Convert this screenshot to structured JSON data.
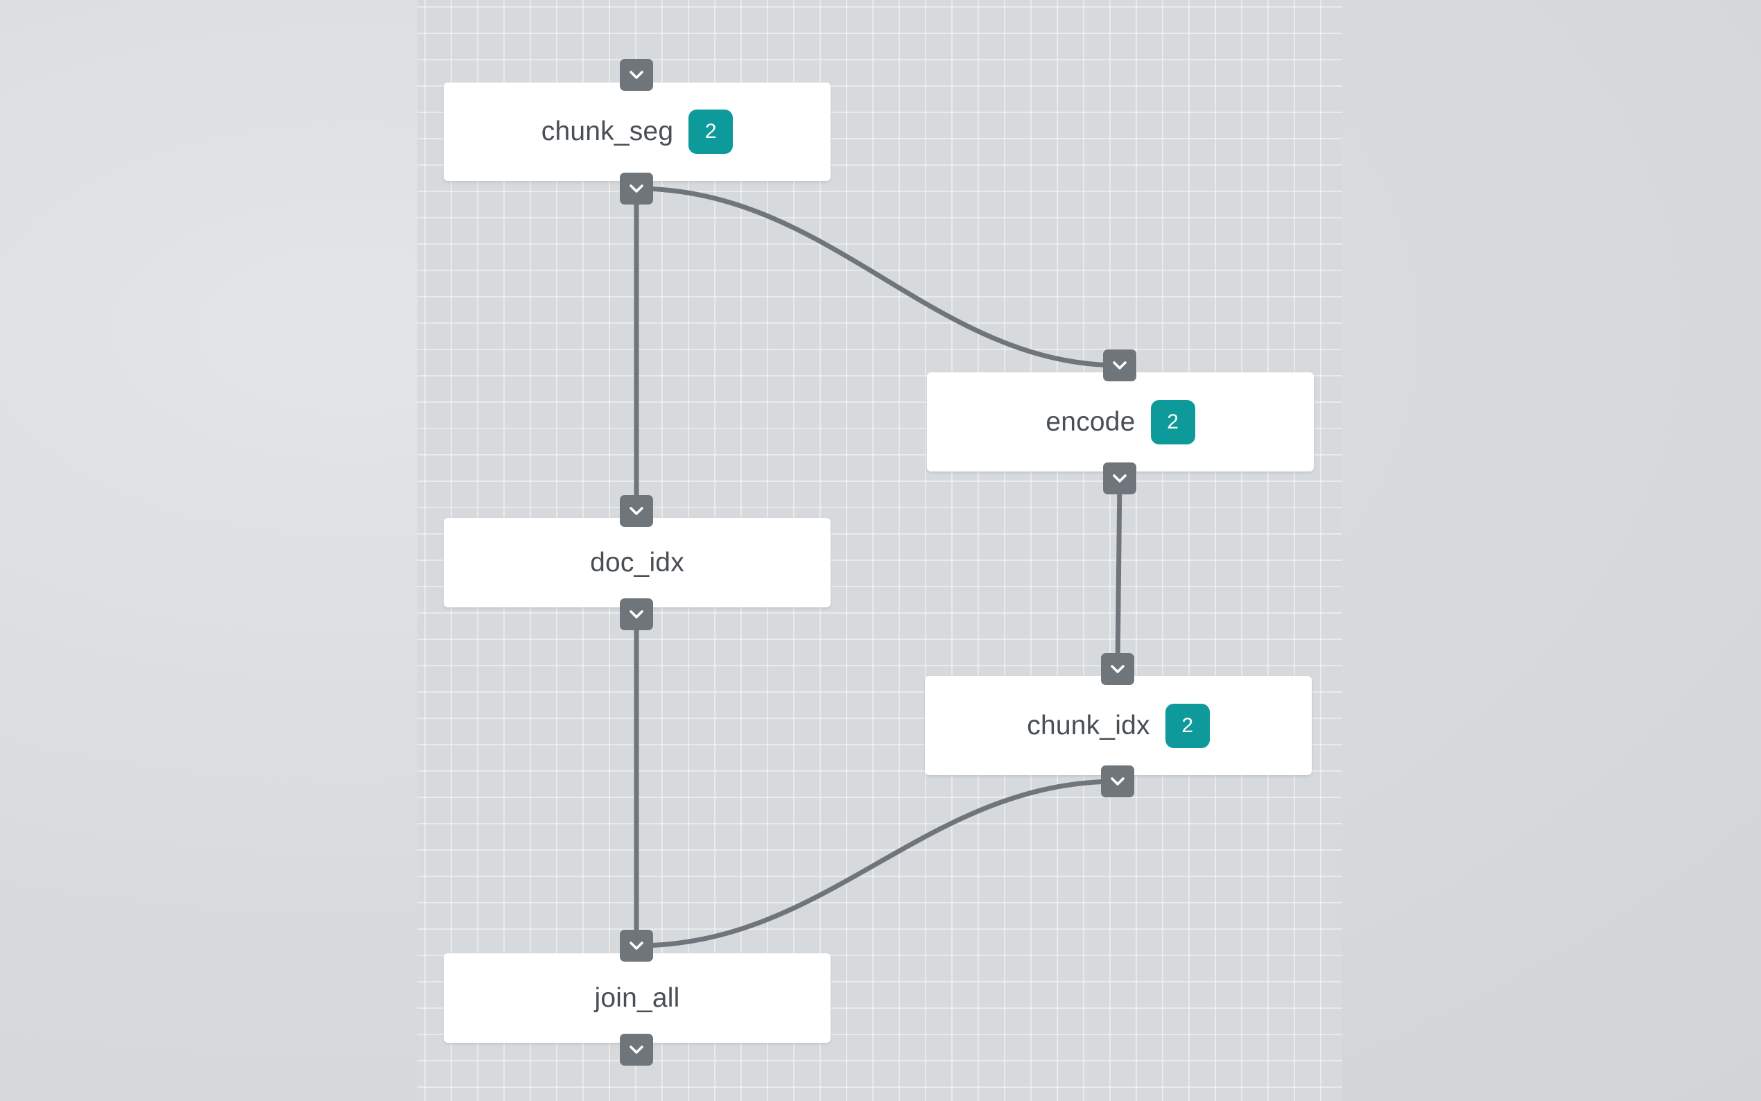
{
  "nodes": [
    {
      "id": "chunk_seg",
      "label": "chunk_seg",
      "badge": "2"
    },
    {
      "id": "encode",
      "label": "encode",
      "badge": "2"
    },
    {
      "id": "doc_idx",
      "label": "doc_idx",
      "badge": ""
    },
    {
      "id": "chunk_idx",
      "label": "chunk_idx",
      "badge": "2"
    },
    {
      "id": "join_all",
      "label": "join_all",
      "badge": ""
    }
  ],
  "edges": [
    {
      "from": "chunk_seg",
      "to": "doc_idx"
    },
    {
      "from": "chunk_seg",
      "to": "encode"
    },
    {
      "from": "encode",
      "to": "chunk_idx"
    },
    {
      "from": "doc_idx",
      "to": "join_all"
    },
    {
      "from": "chunk_idx",
      "to": "join_all"
    }
  ],
  "icons": {
    "port": "chevron-down-icon"
  },
  "colors": {
    "badge": "#0e9a9a",
    "edge": "#6e757b",
    "port": "#6e757b",
    "node_bg": "#ffffff",
    "canvas_bg": "#d7dadd"
  }
}
